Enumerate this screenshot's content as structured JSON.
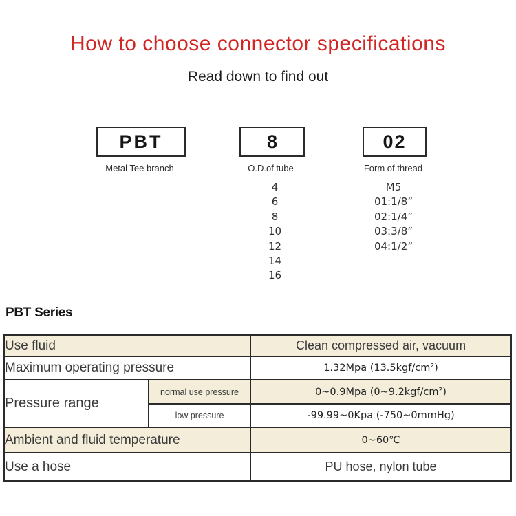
{
  "colors": {
    "accent_red": "#d02725",
    "row_beige": "#f3edda",
    "border_dark": "#2b2b2b"
  },
  "header": {
    "title": "How to choose connector specifications",
    "subtitle": "Read down to find out"
  },
  "diagram": {
    "columns": [
      {
        "code": "PBT",
        "label": "Metal Tee branch",
        "options": []
      },
      {
        "code": "8",
        "label": "O.D.of tube",
        "options": [
          "4",
          "6",
          "8",
          "10",
          "12",
          "14",
          "16"
        ]
      },
      {
        "code": "02",
        "label": "Form of thread",
        "options": [
          "M5",
          "01:1/8”",
          "02:1/4”",
          "03:3/8”",
          "04:1/2”"
        ]
      }
    ]
  },
  "series_heading": "PBT Series",
  "spec_table": {
    "use_fluid": {
      "label": "Use fluid",
      "value": "Clean compressed air, vacuum"
    },
    "max_pressure": {
      "label": "Maximum operating pressure",
      "value": "1.32Mpa (13.5kgf/cm²)"
    },
    "pressure_range": {
      "label": "Pressure range",
      "normal": {
        "label": "normal use pressure",
        "value": "0~0.9Mpa (0~9.2kgf/cm²)"
      },
      "low": {
        "label": "low pressure",
        "value": "-99.99~0Kpa (-750~0mmHg)"
      }
    },
    "temperature": {
      "label": "Ambient and fluid temperature",
      "value": "0~60℃"
    },
    "hose": {
      "label": "Use a hose",
      "value": "PU hose, nylon tube"
    }
  }
}
